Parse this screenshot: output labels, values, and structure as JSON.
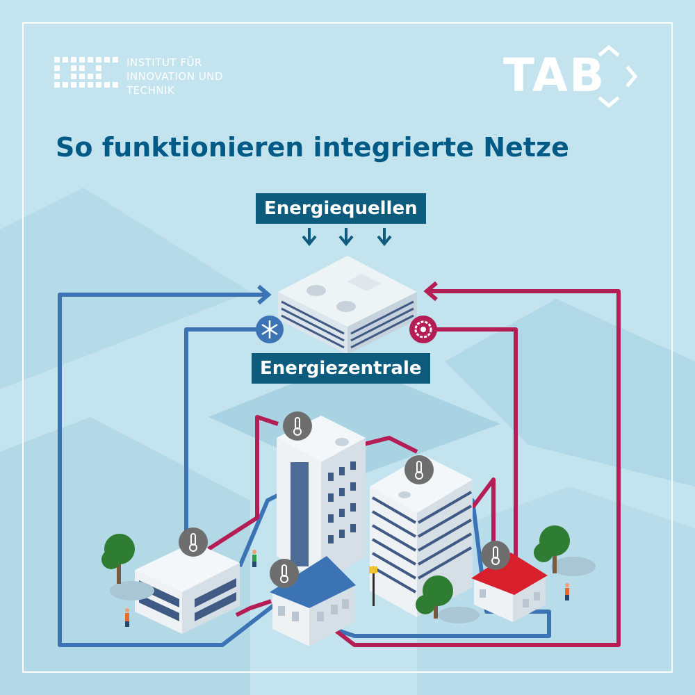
{
  "header": {
    "institute_logo": {
      "icon": "iit-logo-icon",
      "lines": [
        "INSTITUT FÜR",
        "INNOVATION UND",
        "TECHNIK"
      ]
    },
    "tab_logo": {
      "text": "TAB",
      "icon": "tab-brackets-icon"
    }
  },
  "title": "So funktionieren integrierte Netze",
  "diagram": {
    "sources_label": "Energiequellen",
    "central_label": "Energiezentrale",
    "icons": {
      "cold": "snowflake-icon",
      "heat": "heat-gear-icon",
      "building": "thermometer-icon"
    },
    "colors": {
      "background": "#c3e3ee",
      "cold_line": "#3b73b5",
      "heat_line": "#b41e55",
      "label_bg": "#0d5c7e",
      "title": "#005a86"
    }
  }
}
